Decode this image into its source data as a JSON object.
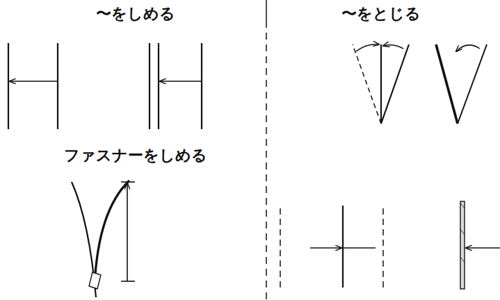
{
  "diagram": {
    "labels": [
      "〜をしめる",
      "〜をとじる",
      "ファスナーをしめる"
    ]
  }
}
